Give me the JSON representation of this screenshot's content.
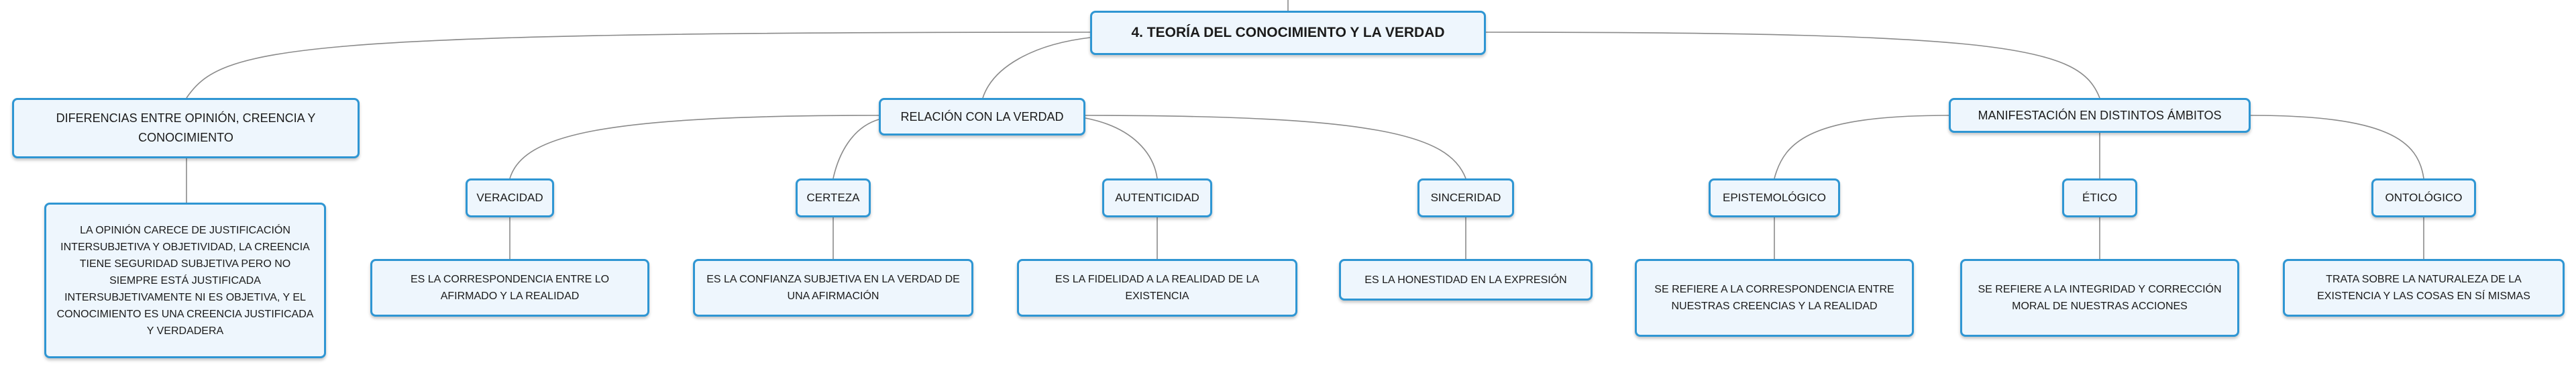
{
  "colors": {
    "accent": "#2f96d3",
    "node_fill": "#eef6fd",
    "connector": "#8a8a8a"
  },
  "root": {
    "label": "4. TEORÍA DEL CONOCIMIENTO Y LA VERDAD"
  },
  "branches": {
    "differences": {
      "label": "DIFERENCIAS ENTRE OPINIÓN, CREENCIA Y CONOCIMIENTO",
      "description": "LA OPINIÓN CARECE DE JUSTIFICACIÓN INTERSUBJETIVA Y OBJETIVIDAD, LA CREENCIA TIENE SEGURIDAD SUBJETIVA PERO NO SIEMPRE ESTÁ JUSTIFICADA INTERSUBJETIVAMENTE NI ES OBJETIVA, Y EL CONOCIMIENTO ES UNA CREENCIA JUSTIFICADA Y VERDADERA"
    },
    "truth_relation": {
      "label": "RELACIÓN CON LA VERDAD",
      "children": [
        {
          "label": "VERACIDAD",
          "description": "ES LA CORRESPONDENCIA ENTRE LO AFIRMADO Y LA REALIDAD"
        },
        {
          "label": "CERTEZA",
          "description": "ES LA CONFIANZA SUBJETIVA EN LA VERDAD DE UNA AFIRMACIÓN"
        },
        {
          "label": "AUTENTICIDAD",
          "description": "ES LA FIDELIDAD A LA REALIDAD DE LA EXISTENCIA"
        },
        {
          "label": "SINCERIDAD",
          "description": "ES LA HONESTIDAD EN LA EXPRESIÓN"
        }
      ]
    },
    "manifestation": {
      "label": "MANIFESTACIÓN EN DISTINTOS ÁMBITOS",
      "children": [
        {
          "label": "EPISTEMOLÓGICO",
          "description": "SE REFIERE A LA CORRESPONDENCIA ENTRE NUESTRAS CREENCIAS Y LA REALIDAD"
        },
        {
          "label": "ÉTICO",
          "description": "SE REFIERE A LA INTEGRIDAD Y CORRECCIÓN MORAL DE NUESTRAS ACCIONES"
        },
        {
          "label": "ONTOLÓGICO",
          "description": "TRATA SOBRE LA NATURALEZA DE LA EXISTENCIA Y LAS COSAS EN SÍ MISMAS"
        }
      ]
    }
  }
}
